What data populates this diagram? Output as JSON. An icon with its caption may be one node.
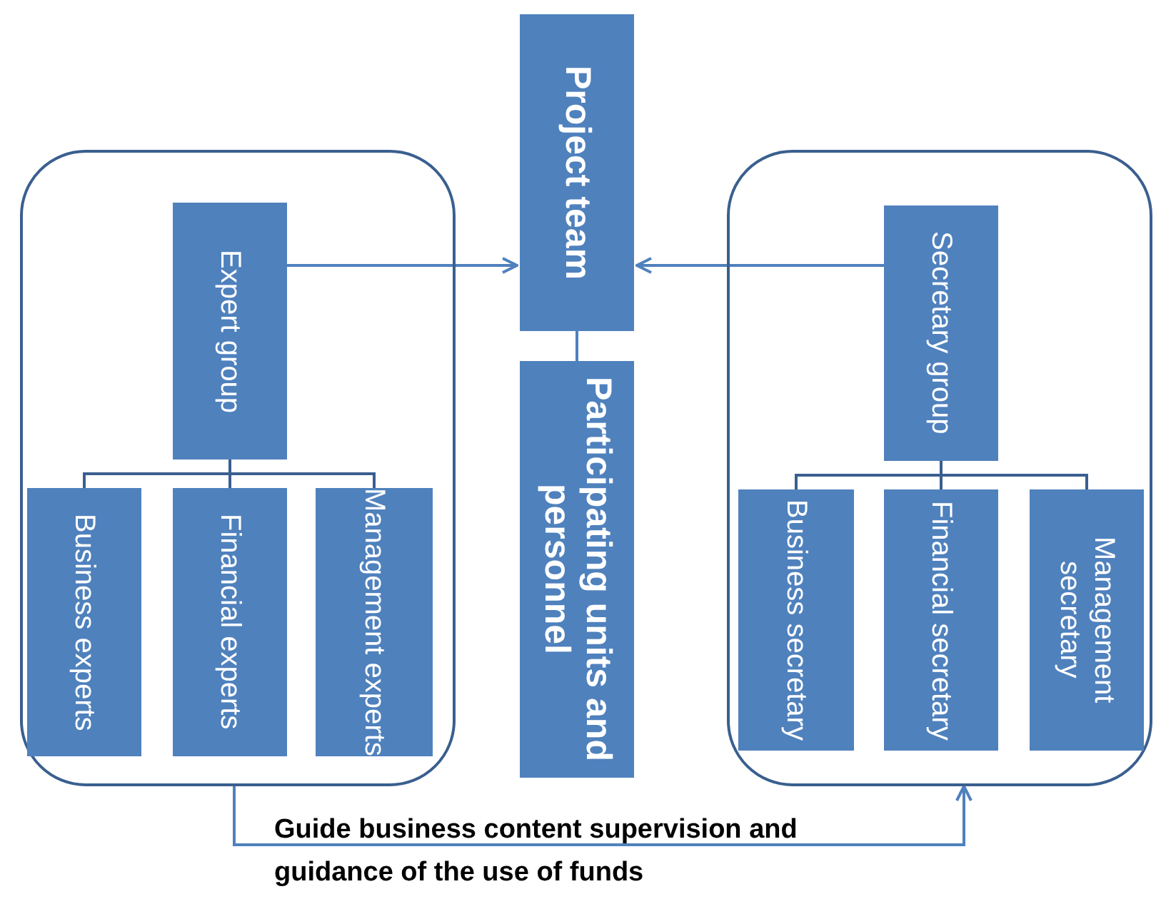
{
  "diagram": {
    "nodes": [
      {
        "text": [],
        "shape": "box"
      },
      {
        "text": [
          "Expert group"
        ],
        "in": 0
      },
      {
        "text": [
          "Business experts"
        ],
        "in": 0
      },
      {
        "text": [
          "Financial experts"
        ],
        "in": 0
      },
      {
        "text": [
          "Management experts"
        ],
        "in": 0
      },
      {
        "text": [
          "Project team"
        ]
      },
      {
        "text": [
          "Participating units and personnel"
        ]
      },
      {
        "text": [],
        "shape": "box"
      },
      {
        "text": [
          "Secretary group"
        ],
        "in": 7
      },
      {
        "text": [
          "Business secretary"
        ],
        "in": 7
      },
      {
        "text": [
          "Financial secretary"
        ],
        "in": 7
      },
      {
        "text": [
          "Management secretary"
        ],
        "in": 7
      }
    ],
    "edges": [
      {
        "from": 1,
        "to": 5,
        "arrow": "to"
      },
      {
        "from": 8,
        "to": 5,
        "arrow": "to"
      },
      {
        "from": 5,
        "to": 6,
        "arrow": "none"
      },
      {
        "from": 1,
        "to": 2,
        "arrow": "none"
      },
      {
        "from": 1,
        "to": 3,
        "arrow": "none"
      },
      {
        "from": 1,
        "to": 4,
        "arrow": "none"
      },
      {
        "from": 8,
        "to": 9,
        "arrow": "none"
      },
      {
        "from": 8,
        "to": 10,
        "arrow": "none"
      },
      {
        "from": 8,
        "to": 11,
        "arrow": "none"
      },
      {
        "from": 0,
        "to": 7,
        "arrow": "to",
        "label": "Guide business content supervision and guidance of the use of funds"
      }
    ]
  }
}
